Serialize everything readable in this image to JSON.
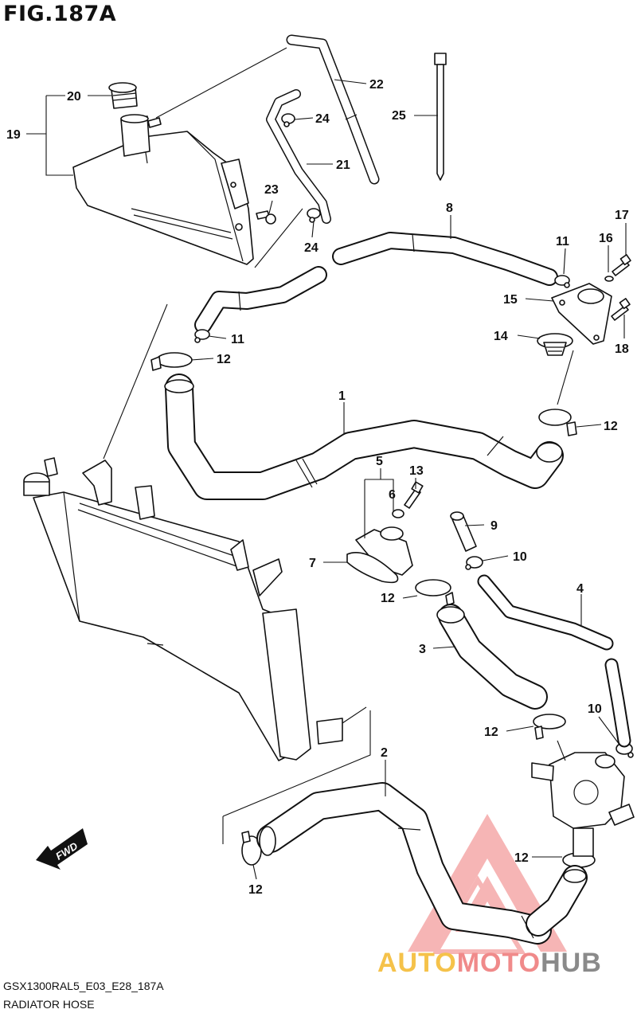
{
  "figure": {
    "title": "FIG.187A",
    "model_code": "GSX1300RAL5_E03_E28_187A",
    "section_name": "RADIATOR HOSE",
    "direction_marker": "FWD"
  },
  "watermark": {
    "parts": [
      "AUTO",
      "MOTO",
      "HUB"
    ],
    "colors": [
      "#f5c24a",
      "#f08a8a",
      "#8a8a8a"
    ]
  },
  "callouts": [
    {
      "id": "1",
      "label": "1"
    },
    {
      "id": "2",
      "label": "2"
    },
    {
      "id": "3",
      "label": "3"
    },
    {
      "id": "4",
      "label": "4"
    },
    {
      "id": "5",
      "label": "5"
    },
    {
      "id": "6",
      "label": "6"
    },
    {
      "id": "7",
      "label": "7"
    },
    {
      "id": "8",
      "label": "8"
    },
    {
      "id": "9",
      "label": "9"
    },
    {
      "id": "10a",
      "label": "10"
    },
    {
      "id": "10b",
      "label": "10"
    },
    {
      "id": "11a",
      "label": "11"
    },
    {
      "id": "11b",
      "label": "11"
    },
    {
      "id": "12a",
      "label": "12"
    },
    {
      "id": "12b",
      "label": "12"
    },
    {
      "id": "12c",
      "label": "12"
    },
    {
      "id": "12d",
      "label": "12"
    },
    {
      "id": "12e",
      "label": "12"
    },
    {
      "id": "12f",
      "label": "12"
    },
    {
      "id": "13",
      "label": "13"
    },
    {
      "id": "14",
      "label": "14"
    },
    {
      "id": "15",
      "label": "15"
    },
    {
      "id": "16",
      "label": "16"
    },
    {
      "id": "17",
      "label": "17"
    },
    {
      "id": "18",
      "label": "18"
    },
    {
      "id": "19",
      "label": "19"
    },
    {
      "id": "20",
      "label": "20"
    },
    {
      "id": "21",
      "label": "21"
    },
    {
      "id": "22",
      "label": "22"
    },
    {
      "id": "23",
      "label": "23"
    },
    {
      "id": "24a",
      "label": "24"
    },
    {
      "id": "24b",
      "label": "24"
    },
    {
      "id": "25",
      "label": "25"
    }
  ]
}
